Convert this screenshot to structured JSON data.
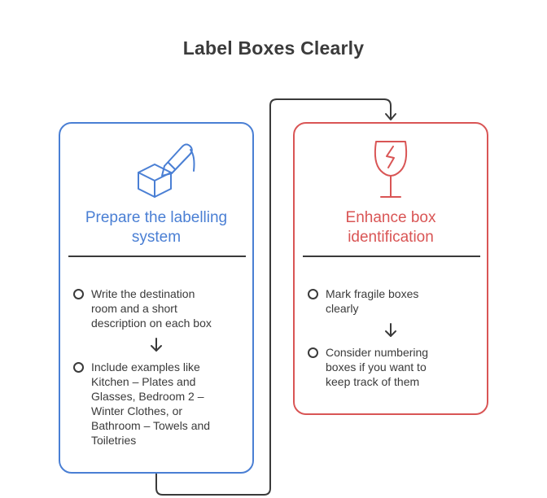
{
  "diagram": {
    "title": "Label Boxes Clearly",
    "colors": {
      "blue": "#4a7fd4",
      "red": "#d95555",
      "text": "#3a3a3a"
    },
    "steps": [
      {
        "icon": "box-with-pen-icon",
        "title_line1": "Prepare the labelling",
        "title_line2": "system",
        "items": [
          {
            "line1": "Write the destination",
            "line2": "room and a short",
            "line3": "description on each box"
          },
          {
            "line1": "Include examples like",
            "line2": "Kitchen – Plates and",
            "line3": "Glasses, Bedroom 2 –",
            "line4": "Winter Clothes, or",
            "line5": "Bathroom – Towels and",
            "line6": "Toiletries"
          }
        ]
      },
      {
        "icon": "fragile-glass-icon",
        "title_line1": "Enhance box",
        "title_line2": "identification",
        "items": [
          {
            "line1": "Mark fragile boxes",
            "line2": "clearly"
          },
          {
            "line1": "Consider numbering",
            "line2": "boxes if you want to",
            "line3": "keep track of them"
          }
        ]
      }
    ]
  }
}
